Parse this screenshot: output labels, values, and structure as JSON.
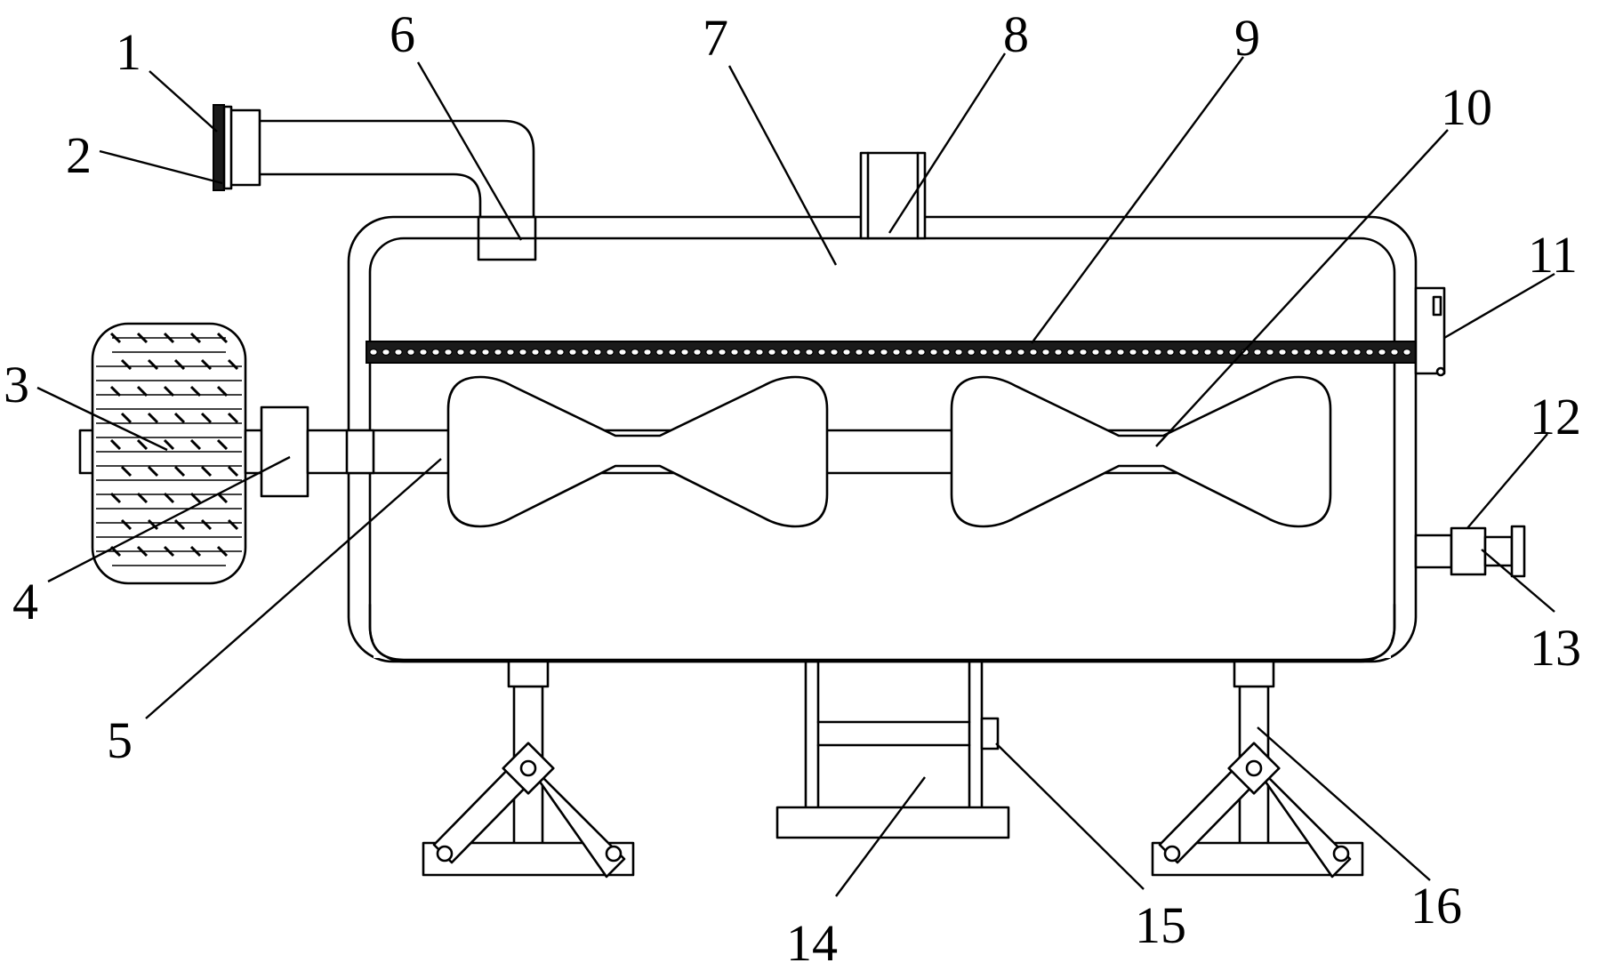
{
  "callouts": [
    {
      "id": "1",
      "text": "1"
    },
    {
      "id": "2",
      "text": "2"
    },
    {
      "id": "3",
      "text": "3"
    },
    {
      "id": "4",
      "text": "4"
    },
    {
      "id": "5",
      "text": "5"
    },
    {
      "id": "6",
      "text": "6"
    },
    {
      "id": "7",
      "text": "7"
    },
    {
      "id": "8",
      "text": "8"
    },
    {
      "id": "9",
      "text": "9"
    },
    {
      "id": "10",
      "text": "10"
    },
    {
      "id": "11",
      "text": "11"
    },
    {
      "id": "12",
      "text": "12"
    },
    {
      "id": "13",
      "text": "13"
    },
    {
      "id": "14",
      "text": "14"
    },
    {
      "id": "15",
      "text": "15"
    },
    {
      "id": "16",
      "text": "16"
    }
  ],
  "colors": {
    "line": "#000000",
    "background": "#ffffff"
  }
}
